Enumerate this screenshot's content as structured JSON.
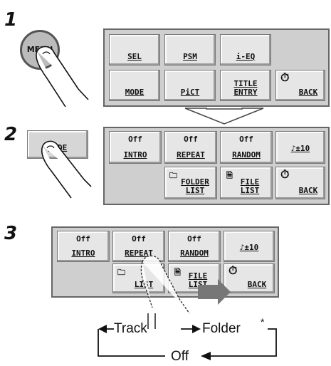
{
  "steps": [
    "1",
    "2",
    "3"
  ],
  "step1": {
    "menu_key": "MENU",
    "buttons": [
      "SEL",
      "PSM",
      "i-EQ",
      "MODE",
      "PiCT",
      "TITLE ENTRY",
      "BACK"
    ]
  },
  "step2": {
    "mode_key": "MODE",
    "buttons": {
      "intro": {
        "state": "Off",
        "label": "INTRO"
      },
      "repeat": {
        "state": "Off",
        "label": "REPEAT"
      },
      "random": {
        "state": "Off",
        "label": "RANDOM"
      },
      "skip": "♪±10",
      "folder_list": "FOLDER LIST",
      "file_list": "FILE LIST",
      "back": "BACK"
    }
  },
  "step3": {
    "buttons": {
      "intro": {
        "state": "Off",
        "label": "INTRO"
      },
      "repeat": {
        "state": "Off",
        "label": "REPEAT"
      },
      "random": {
        "state": "Off",
        "label": "RANDOM"
      },
      "skip": "♪±10",
      "folder_list": "LIST",
      "file_list": "FILE LIST",
      "back": "BACK"
    },
    "cycle": {
      "track": "Track",
      "folder": "Folder",
      "asterisk": "*",
      "off": "Off"
    }
  }
}
